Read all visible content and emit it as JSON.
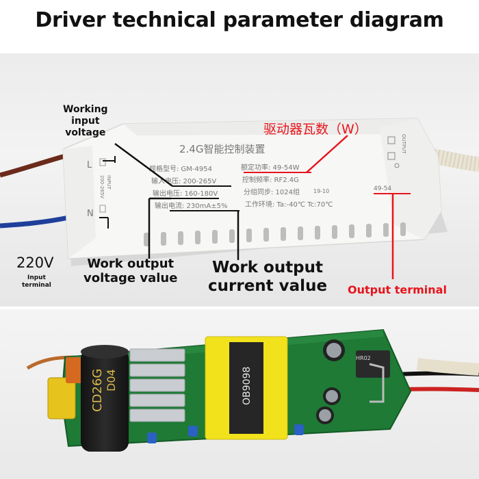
{
  "title": "Driver technical parameter diagram",
  "callouts": {
    "working_input_voltage": [
      "Working",
      "input",
      "voltage"
    ],
    "driver_watts": "驱动器瓦数（W）",
    "input_voltage": "220V",
    "input_terminal": [
      "Input",
      "terminal"
    ],
    "output_voltage": [
      "Work output",
      "voltage value"
    ],
    "output_current": [
      "Work output",
      "current value"
    ],
    "output_terminal": "Output terminal"
  },
  "device_label": {
    "product_name": "2.4G智能控制装置",
    "model": "规格型号: GM-4954",
    "input_v": "输入电压: 200-265V",
    "output_v": "输出电压: 160-180V",
    "output_i": "输出电流: 230mA±5%",
    "rated_power": "额定功率: 49-54W",
    "control_freq": "控制频率: RF2.4G",
    "group_sync": "分组同步: 1024组",
    "date_code": "19-10",
    "environment": "工作环境: Ta:-40℃ Tc:70℃",
    "left_terminal_L": "L",
    "left_terminal_N": "N",
    "left_terminal_range": "200-265V",
    "left_terminal_input": "INPUT",
    "right_terminal_output": "OUTPUT",
    "right_wattage": "49-54"
  },
  "board_label": {
    "capacitor_main": "CD26G",
    "capacitor_code": "D04",
    "transformer_code": "OB9098",
    "small_label": "HR02"
  },
  "colors": {
    "callout_red": "#e8141c",
    "callout_black": "#111111",
    "pcb_green": "#1e7a35",
    "transformer_yellow": "#f2e21b"
  }
}
